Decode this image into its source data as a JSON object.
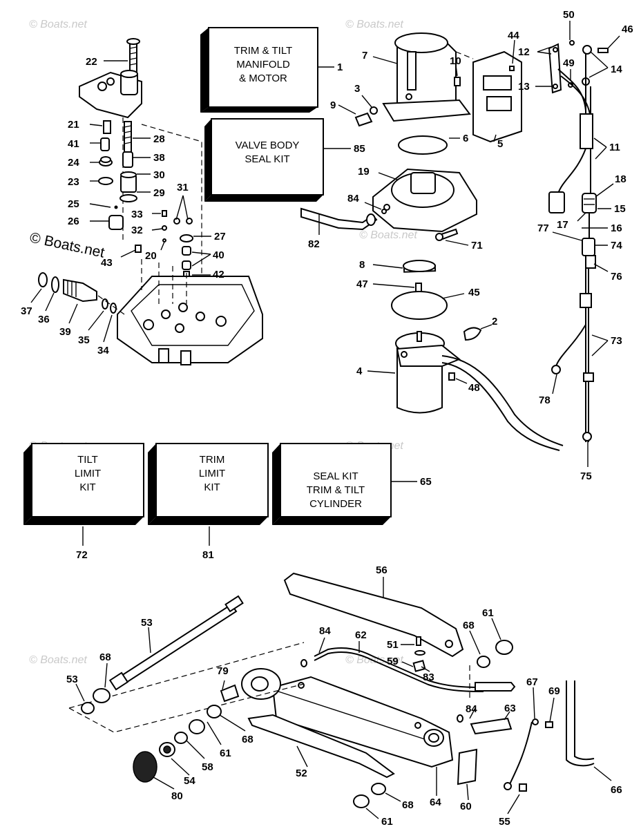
{
  "watermark": {
    "short": "© Boats.net",
    "large": "© Boats.net"
  },
  "boxes": [
    {
      "id": "trim-tilt-manifold-motor",
      "lines": [
        "TRIM & TILT",
        "MANIFOLD",
        "& MOTOR"
      ],
      "ref": "1"
    },
    {
      "id": "valve-body-seal-kit",
      "lines": [
        "VALVE BODY",
        "SEAL KIT"
      ],
      "ref": "85"
    },
    {
      "id": "tilt-limit-kit",
      "lines": [
        "TILT",
        "LIMIT",
        "KIT"
      ],
      "ref": "72"
    },
    {
      "id": "trim-limit-kit",
      "lines": [
        "TRIM",
        "LIMIT",
        "KIT"
      ],
      "ref": "81"
    },
    {
      "id": "seal-kit-trim-tilt-cylinder",
      "lines": [
        "SEAL KIT",
        "TRIM & TILT",
        "CYLINDER"
      ],
      "ref": "65"
    }
  ],
  "callouts": [
    "22",
    "21",
    "28",
    "41",
    "38",
    "24",
    "30",
    "23",
    "29",
    "31",
    "25",
    "33",
    "26",
    "32",
    "27",
    "20",
    "40",
    "43",
    "42",
    "37",
    "36",
    "39",
    "35",
    "34",
    "7",
    "10",
    "3",
    "9",
    "6",
    "5",
    "19",
    "84",
    "82",
    "71",
    "8",
    "47",
    "45",
    "2",
    "4",
    "48",
    "44",
    "50",
    "46",
    "12",
    "14",
    "49",
    "13",
    "11",
    "18",
    "15",
    "17",
    "16",
    "77",
    "74",
    "76",
    "73",
    "78",
    "75",
    "56",
    "61",
    "53",
    "84",
    "62",
    "51",
    "68",
    "59",
    "83",
    "79",
    "68",
    "67",
    "69",
    "84",
    "63",
    "61",
    "68",
    "58",
    "52",
    "64",
    "60",
    "54",
    "80",
    "66",
    "55",
    "68",
    "61"
  ]
}
